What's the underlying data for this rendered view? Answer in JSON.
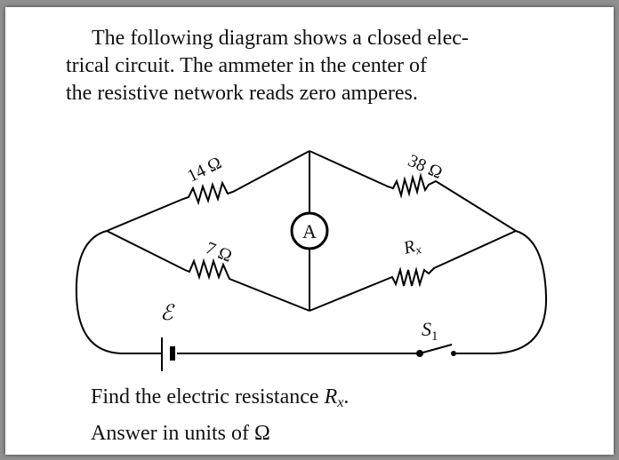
{
  "problem": {
    "line1": "The following diagram shows a closed elec-",
    "line2": "trical circuit.  The ammeter in the center of",
    "line3": "the resistive network reads zero amperes."
  },
  "circuit": {
    "r_top_left": "14 Ω",
    "r_top_right": "38 Ω",
    "r_bottom_left": "7 Ω",
    "r_bottom_right_sym": "R",
    "r_bottom_right_sub": "x",
    "ammeter": "A",
    "emf": "ℰ",
    "switch_sym": "S",
    "switch_sub": "1"
  },
  "question": {
    "line1_text": "Find the electric resistance ",
    "line1_sym": "R",
    "line1_sub": "x",
    "line1_end": ".",
    "line2": "Answer in units of  Ω"
  }
}
